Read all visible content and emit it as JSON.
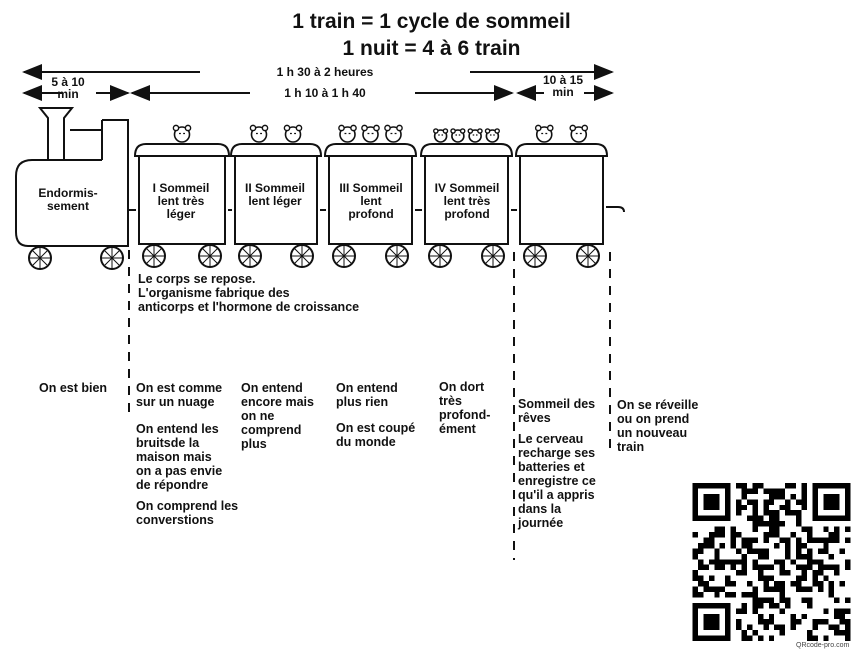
{
  "title": {
    "line1": "1 train = 1 cycle de sommeil",
    "line2": "1 nuit = 4 à 6 train"
  },
  "durations": {
    "start": "5 à 10\nmin",
    "cycle_total": "1 h 30 à 2 heures",
    "core": "1 h 10 à 1 h 40",
    "end": "10 à 15\nmin"
  },
  "wagons": [
    {
      "label": "Endormis-\nsement"
    },
    {
      "label": "I Sommeil\nlent très\nléger"
    },
    {
      "label": "II Sommeil\nlent léger"
    },
    {
      "label": "III Sommeil\nlent\nprofond"
    },
    {
      "label": "IV Sommeil\nlent très\nprofond"
    },
    {
      "label": ""
    }
  ],
  "body_note": {
    "line1": "Le corps se repose.",
    "line2": "L'organisme fabrique des",
    "line3": "anticorps et l'hormone de croissance"
  },
  "descriptions": {
    "c0": "On est bien",
    "c1a": "On est comme\nsur un nuage",
    "c1b": "On entend les\nbruitsde la\nmaison mais\non a pas envie\nde répondre",
    "c1c": "On comprend les\nconverstions",
    "c2": "On entend\nencore mais\non ne\ncomprend\nplus",
    "c3a": "On entend\nplus rien",
    "c3b": "On est coupé\ndu monde",
    "c4": "On dort\ntrès\nprofond-\nément",
    "c5a": "Sommeil des\nrêves",
    "c5b": "Le cerveau\nrecharge ses\nbatteries et\nenregistre ce\nqu'il a appris\ndans la\njournée",
    "c6": "On se réveille\nou on prend\nun nouveau\ntrain"
  },
  "qr_caption": "QRcode-pro.com"
}
